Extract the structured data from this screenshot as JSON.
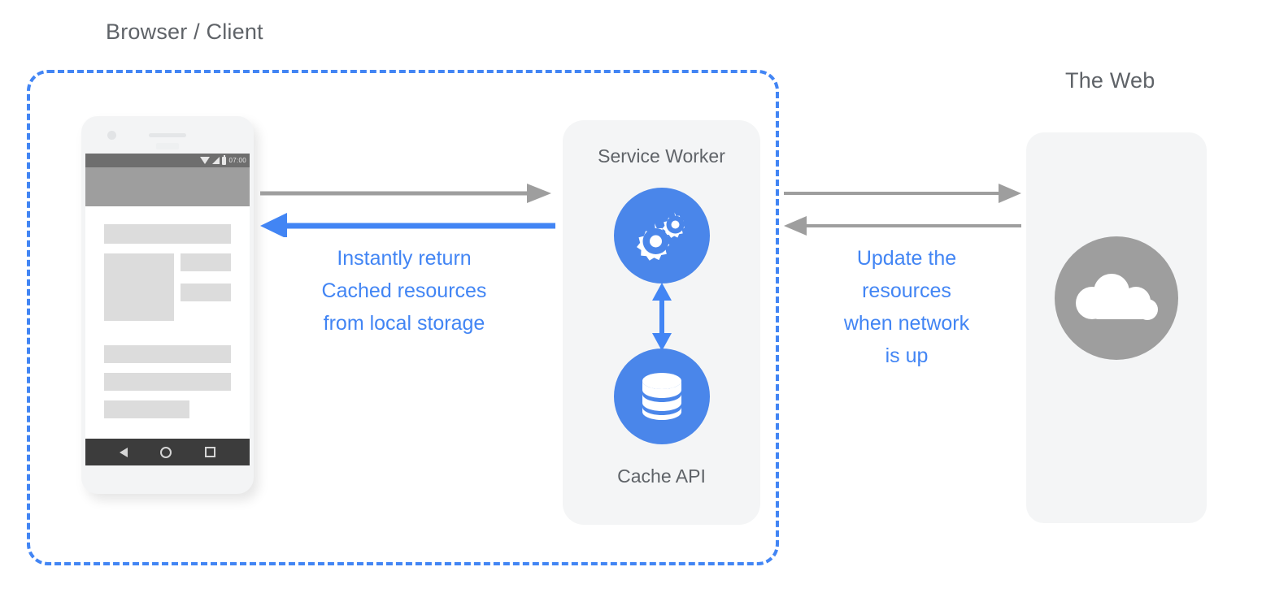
{
  "diagram": {
    "title_browser": "Browser / Client",
    "title_web": "The Web"
  },
  "phone": {
    "status_time": "07:00",
    "icons": [
      "wifi-icon",
      "signal-icon",
      "battery-icon"
    ],
    "nav_icons": [
      "back-icon",
      "home-icon",
      "recents-icon"
    ]
  },
  "service_worker": {
    "title": "Service Worker",
    "cache_title": "Cache API",
    "gears_icon": "gears-icon",
    "database_icon": "database-icon"
  },
  "web": {
    "cloud_icon": "cloud-icon"
  },
  "captions": {
    "left": "Instantly return\nCached resources\nfrom local storage",
    "right": "Update the\nresources\nwhen network\nis up"
  },
  "flows": {
    "request_to_sw": "phone-to-service-worker-request",
    "cached_response": "service-worker-to-phone-cached-response",
    "network_request": "service-worker-to-web-request",
    "network_response": "web-to-service-worker-response",
    "sw_cache_sync": "service-worker-cache-bidirectional"
  },
  "colors": {
    "blue": "#4285f4",
    "icon_blue": "#4a86ea",
    "gray_arrow": "#9e9e9e",
    "text_gray": "#5f6368",
    "panel_gray": "#f4f5f6"
  }
}
